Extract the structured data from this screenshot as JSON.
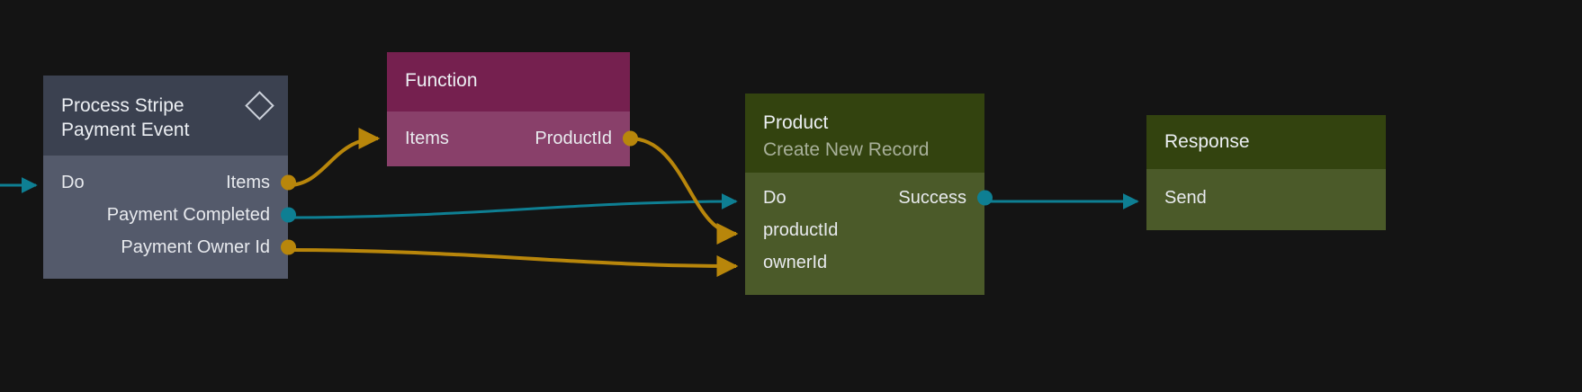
{
  "canvas": {
    "background": "#141414",
    "wire_colors": {
      "data": "#b8860b",
      "control": "#0e7f93"
    }
  },
  "nodes": [
    {
      "id": "trigger",
      "title": "Process Stripe\nPayment Event",
      "subtitle": "",
      "icon": "diamond-icon",
      "header_color": "#3b4150",
      "body_color": "#545a6b",
      "ports": {
        "inputs": [
          {
            "label": "Do",
            "color": "#0e7f93"
          }
        ],
        "outputs": [
          {
            "label": "Items",
            "color": "#b8860b"
          },
          {
            "label": "Payment Completed",
            "color": "#0e7f93"
          },
          {
            "label": "Payment Owner Id",
            "color": "#b8860b"
          }
        ]
      }
    },
    {
      "id": "function",
      "title": "Function",
      "subtitle": "",
      "header_color": "#75204f",
      "body_color": "#89406a",
      "ports": {
        "inputs": [
          {
            "label": "Items",
            "color": "#b8860b"
          }
        ],
        "outputs": [
          {
            "label": "ProductId",
            "color": "#b8860b"
          }
        ]
      }
    },
    {
      "id": "product",
      "title": "Product",
      "subtitle": "Create New Record",
      "header_color": "#33430f",
      "body_color": "#4b5a29",
      "ports": {
        "inputs": [
          {
            "label": "Do",
            "color": "#0e7f93"
          },
          {
            "label": "productId",
            "color": "#b8860b"
          },
          {
            "label": "ownerId",
            "color": "#b8860b"
          }
        ],
        "outputs": [
          {
            "label": "Success",
            "color": "#0e7f93"
          }
        ]
      }
    },
    {
      "id": "response",
      "title": "Response",
      "subtitle": "",
      "header_color": "#33430f",
      "body_color": "#4b5a29",
      "ports": {
        "inputs": [
          {
            "label": "Send",
            "color": "#0e7f93"
          }
        ],
        "outputs": []
      }
    }
  ],
  "connections": [
    {
      "from": "external",
      "to": "trigger.Do",
      "color": "#0e7f93",
      "kind": "control"
    },
    {
      "from": "trigger.Items",
      "to": "function.Items",
      "color": "#b8860b",
      "kind": "data"
    },
    {
      "from": "trigger.Payment Completed",
      "to": "product.Do",
      "color": "#0e7f93",
      "kind": "control"
    },
    {
      "from": "trigger.Payment Owner Id",
      "to": "product.ownerId",
      "color": "#b8860b",
      "kind": "data"
    },
    {
      "from": "function.ProductId",
      "to": "product.productId",
      "color": "#b8860b",
      "kind": "data"
    },
    {
      "from": "product.Success",
      "to": "response.Send",
      "color": "#0e7f93",
      "kind": "control"
    }
  ]
}
